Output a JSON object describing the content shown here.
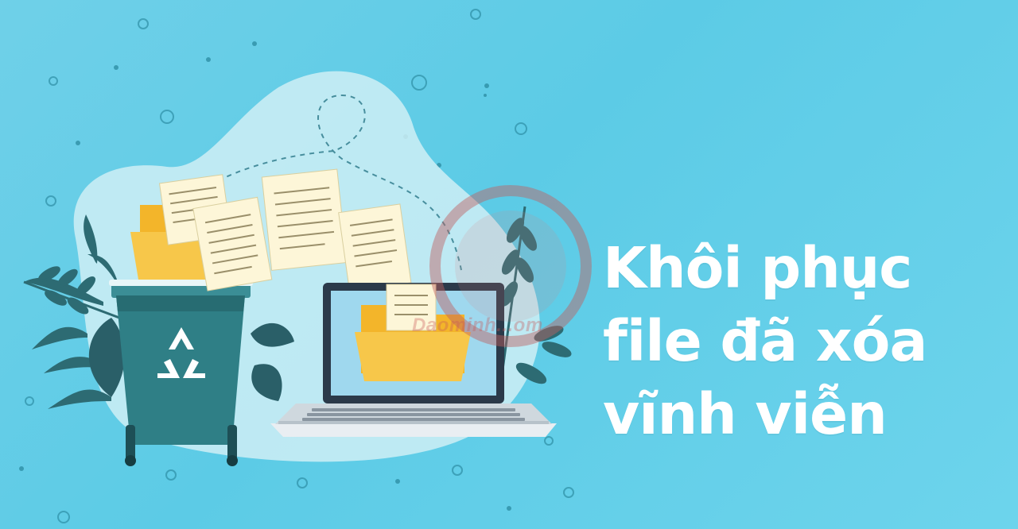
{
  "banner": {
    "headline": {
      "line1": "Khôi phục",
      "line2": "file đã xóa",
      "line3": "vĩnh viễn"
    },
    "watermark": "Daominh...om"
  },
  "colors": {
    "background": "#5ccbe6",
    "bin": "#2f7f86",
    "folder": "#f5c242",
    "leaf": "#2d6b73",
    "headline": "#ffffff"
  },
  "icons": [
    "recycle-icon",
    "trash-bin-icon",
    "laptop-icon",
    "folder-icon",
    "document-icon",
    "leaf-icon"
  ]
}
